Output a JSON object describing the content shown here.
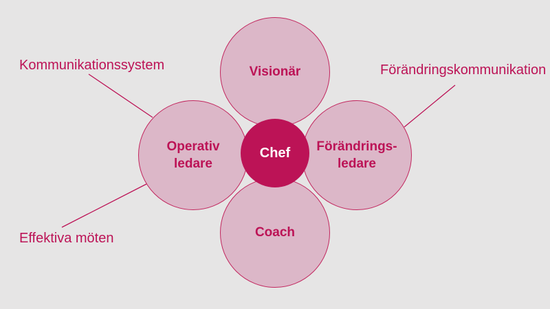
{
  "diagram": {
    "center": {
      "label": "Chef"
    },
    "nodes": [
      {
        "id": "visionar",
        "position": "top",
        "lines": [
          "Visionär"
        ]
      },
      {
        "id": "operativ-ledare",
        "position": "left",
        "lines": [
          "Operativ",
          "ledare"
        ]
      },
      {
        "id": "forandrings-ledare",
        "position": "right",
        "lines": [
          "Förändrings-",
          "ledare"
        ]
      },
      {
        "id": "coach",
        "position": "bottom",
        "lines": [
          "Coach"
        ]
      }
    ],
    "callouts": [
      {
        "id": "kommunikationssystem",
        "position": "top-left",
        "label": "Kommunikationssystem"
      },
      {
        "id": "forandringskommunikation",
        "position": "top-right",
        "label": "Förändringskommunikation"
      },
      {
        "id": "effektiva-moten",
        "position": "bottom-left",
        "label": "Effektiva möten"
      }
    ]
  },
  "colors": {
    "background": "#e6e5e5",
    "accent": "#bc1356",
    "node_fill": "#dcb7c8",
    "node_border": "#c2265e",
    "center_fill": "#bc1356",
    "center_text": "#ffffff"
  }
}
